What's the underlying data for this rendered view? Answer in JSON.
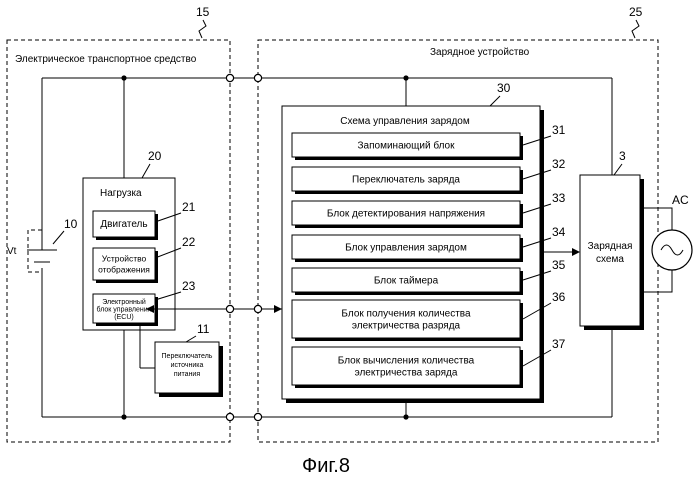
{
  "figure": {
    "caption": "Фиг.8",
    "vehicle": {
      "label": "Электрическое транспортное средство",
      "ref": "15"
    },
    "charger": {
      "label": "Зарядное устройство",
      "ref": "25"
    },
    "battery": {
      "ref": "10",
      "voltage_label": "Vt"
    },
    "load": {
      "title": "Нагрузка",
      "ref": "20",
      "items": [
        {
          "ref": "21",
          "lines": [
            "Двигатель"
          ]
        },
        {
          "ref": "22",
          "lines": [
            "Устройство",
            "отображения"
          ]
        },
        {
          "ref": "23",
          "lines": [
            "Электронный",
            "блок управления",
            "(ECU)"
          ]
        }
      ]
    },
    "switch": {
      "ref": "11",
      "lines": [
        "Переключатель",
        "источника",
        "питания"
      ]
    },
    "control": {
      "title": "Схема управления зарядом",
      "ref": "30",
      "blocks": [
        {
          "ref": "31",
          "lines": [
            "Запоминающий блок"
          ]
        },
        {
          "ref": "32",
          "lines": [
            "Переключатель заряда"
          ]
        },
        {
          "ref": "33",
          "lines": [
            "Блок детектирования напряжения"
          ]
        },
        {
          "ref": "34",
          "lines": [
            "Блок управления зарядом"
          ]
        },
        {
          "ref": "35",
          "lines": [
            "Блок таймера"
          ]
        },
        {
          "ref": "36",
          "lines": [
            "Блок получения количества",
            "электричества разряда"
          ]
        },
        {
          "ref": "37",
          "lines": [
            "Блок вычисления количества",
            "электричества заряда"
          ]
        }
      ]
    },
    "charge_circuit": {
      "ref": "3",
      "lines": [
        "Зарядная",
        "схема"
      ]
    },
    "ac": {
      "label": "AC"
    }
  }
}
